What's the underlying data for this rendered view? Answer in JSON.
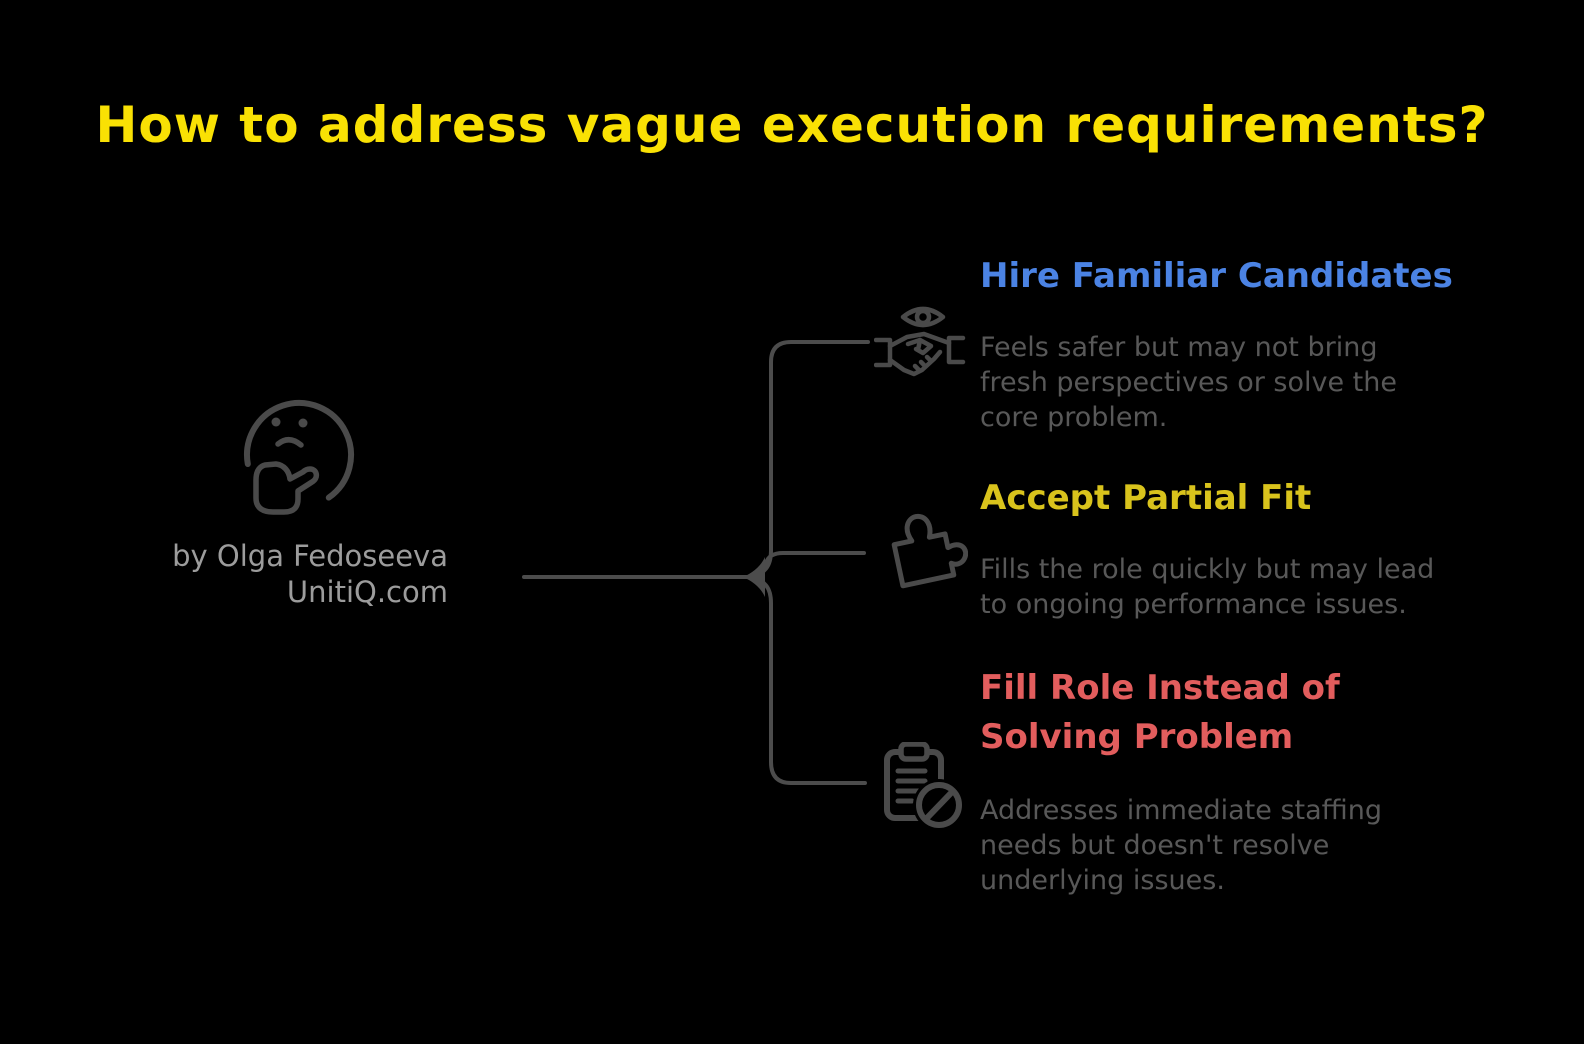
{
  "page": {
    "background_color": "#000000",
    "line_color": "#4c4c4c",
    "icon_color": "#4a4a4a"
  },
  "title": {
    "text": "How to address vague execution requirements?",
    "color": "#f9e104"
  },
  "author": {
    "line1": "by Olga Fedoseeva",
    "line2": "UnitiQ.com",
    "color": "#9c9c9c"
  },
  "center": {
    "icon": "thinking-face"
  },
  "branches": [
    {
      "id": "hire-familiar-candidates",
      "icon": "eye-handshake",
      "title_color": "#4b83e4",
      "title_lines": [
        "Hire Familiar Candidates"
      ],
      "description_color": "#585858",
      "description_lines": [
        "Feels safer but may not bring",
        "fresh perspectives or solve the",
        "core problem."
      ]
    },
    {
      "id": "accept-partial-fit",
      "icon": "puzzle-piece",
      "title_color": "#d9c31c",
      "title_lines": [
        "Accept Partial Fit"
      ],
      "description_color": "#585858",
      "description_lines": [
        "Fills the role quickly but may lead",
        "to ongoing performance issues."
      ]
    },
    {
      "id": "fill-role-instead-of-solving-problem",
      "icon": "clipboard-blocked",
      "title_color": "#e25d5d",
      "title_lines": [
        "Fill Role Instead of",
        "Solving Problem"
      ],
      "description_color": "#585858",
      "description_lines": [
        "Addresses immediate staffing",
        "needs but doesn't resolve",
        "underlying issues."
      ]
    }
  ]
}
